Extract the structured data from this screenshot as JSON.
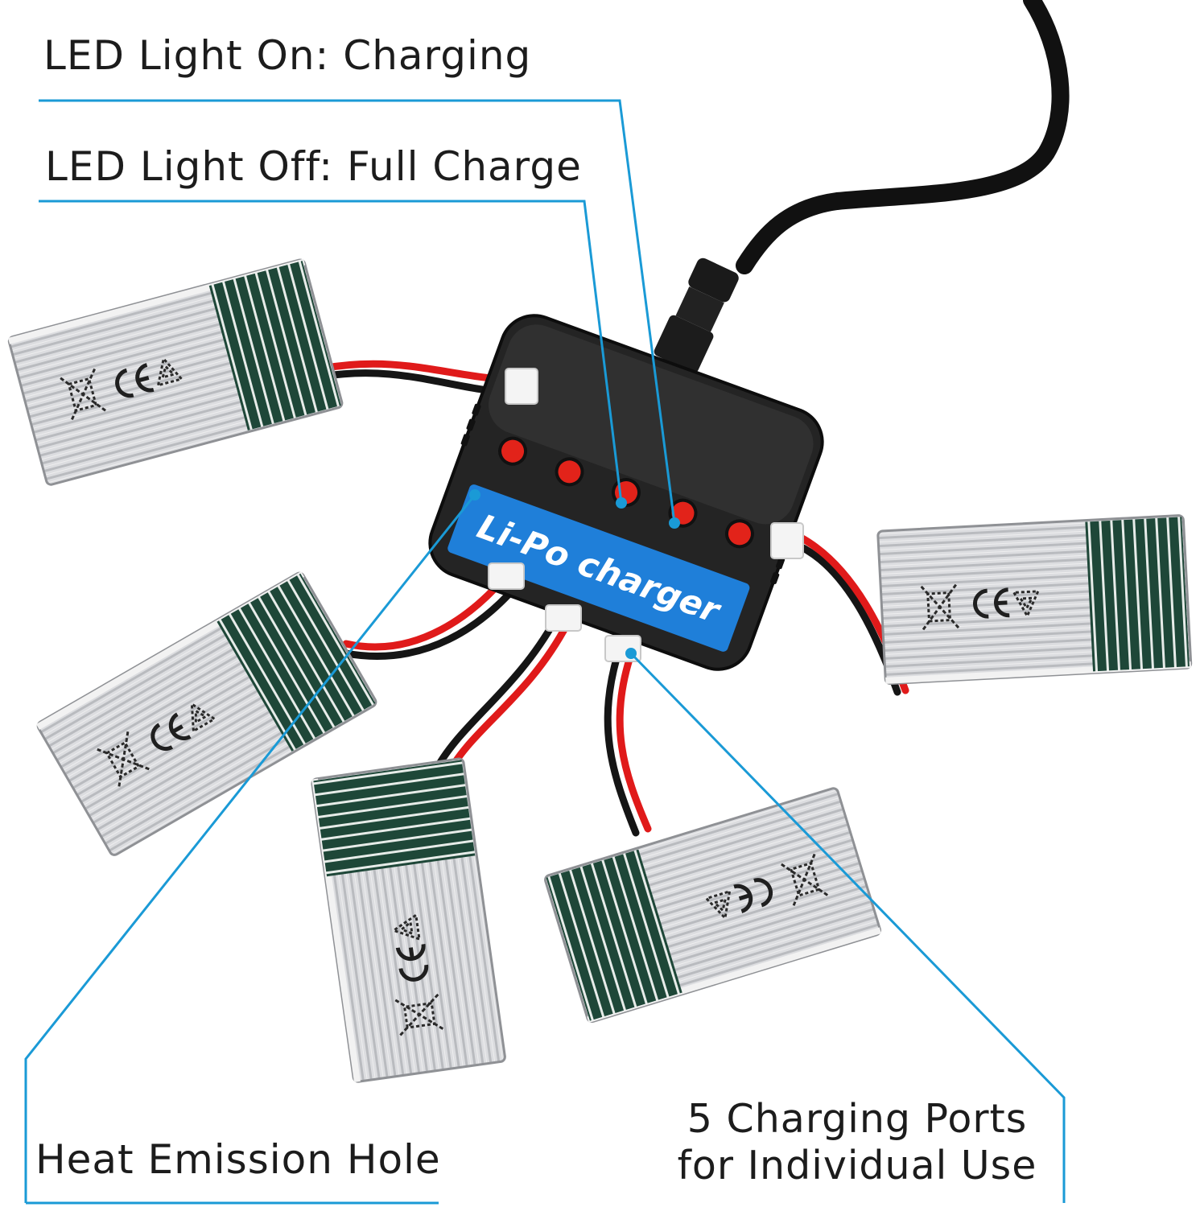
{
  "callouts": {
    "led_on": "LED Light On: Charging",
    "led_off": "LED Light Off: Full Charge",
    "heat_hole": "Heat Emission Hole",
    "ports_line1": "5 Charging Ports",
    "ports_line2": "for Individual Use"
  },
  "charger": {
    "label": "Li-Po charger",
    "led_count": 5,
    "port_count": 5
  },
  "colors": {
    "callout_line": "#1a9ad6",
    "charger_body": "#2b2b2b",
    "label_blue": "#1e7fd8",
    "led_red": "#e2231a",
    "wire_red": "#e01a1a",
    "wire_black": "#151515",
    "battery_silver": "#d9dadc",
    "battery_tape": "#1f4a3a"
  },
  "battery_markings": [
    "recycle-icon",
    "ce-mark-icon",
    "crossed-bin-icon"
  ]
}
